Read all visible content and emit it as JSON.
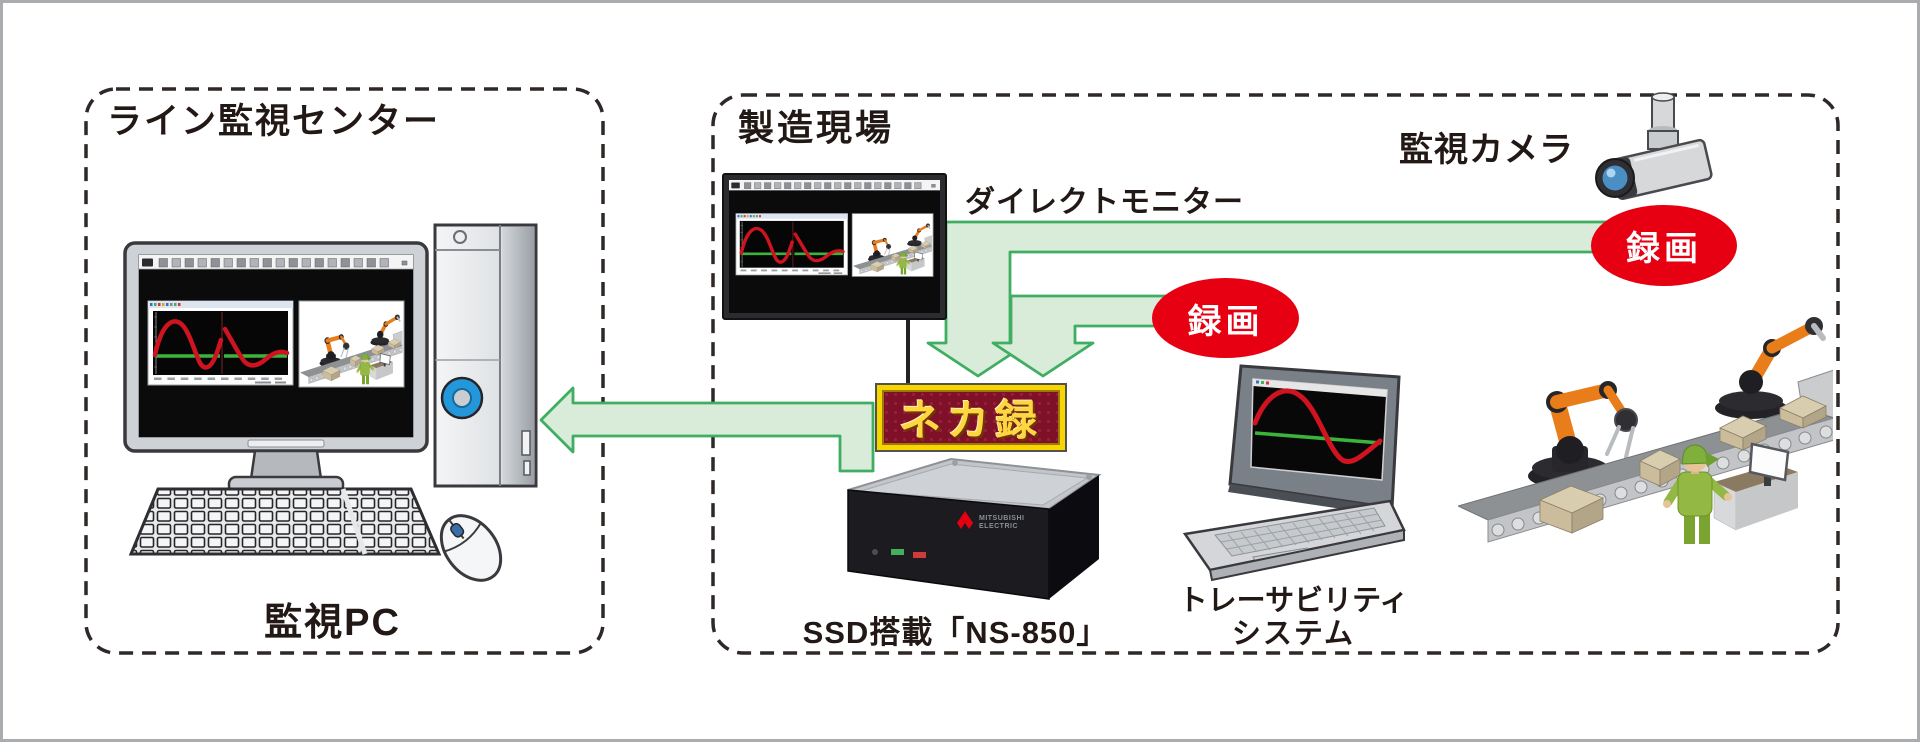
{
  "colors": {
    "arrow_fill": "#d9ecd9",
    "arrow_stroke": "#3fae62",
    "record_red": "#e60012",
    "badge_maroon": "#7e1128",
    "badge_gold_frame": "#f7d500",
    "badge_text_gold": "#ffd542",
    "dashed_border": "#2e2826",
    "robot_orange": "#e87d1a"
  },
  "line_center": {
    "title": "ライン監視センター",
    "pc_label": "監視PC"
  },
  "factory": {
    "title": "製造現場",
    "direct_monitor_label": "ダイレクトモニター",
    "camera_label": "監視カメラ",
    "camera_record_label": "録画",
    "traceability_record_label": "録画",
    "nekaroku_badge": "ネカ録",
    "recorder_label": "SSD搭載「NS-850」",
    "recorder_brand_line1": "MITSUBISHI",
    "recorder_brand_line2": "ELECTRIC",
    "traceability_line1": "トレーサビリティ",
    "traceability_line2": "システム"
  }
}
